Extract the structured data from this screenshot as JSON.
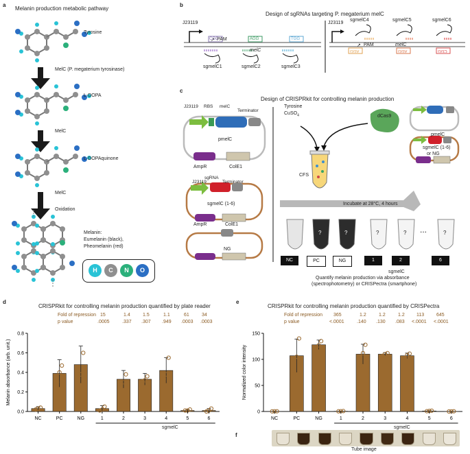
{
  "panel_a": {
    "letter": "a",
    "title": "Melanin production metabolic pathway",
    "molecules": [
      "Tyrosine",
      "L-DOPA",
      "L-DOPAquinone",
      "Melanin:"
    ],
    "melanin_lines": [
      "Eumelanin (black),",
      "Pheomelanin (red)"
    ],
    "steps": [
      "MelC (P. megaterium tyrosinase)",
      "MelC",
      "MelC",
      "Oxidation"
    ],
    "atoms": [
      "H",
      "C",
      "N",
      "O"
    ],
    "atom_colors": {
      "H": "#29c3d6",
      "C": "#8f8f8f",
      "N": "#2bb07b",
      "O": "#2b6fc4"
    }
  },
  "panel_b": {
    "letter": "b",
    "title": "Design of sgRNAs targeting P. megaterium melC",
    "promoter": "J23119",
    "pam_label": "PAM",
    "gene": "melC",
    "pams_top": [
      "CGG",
      "AGG",
      "TGG"
    ],
    "pams_bottom": [
      "AGG",
      "AGG",
      "CGG"
    ],
    "guides_left": [
      "sgmelC1",
      "sgmelC2",
      "sgmelC3"
    ],
    "guides_right": [
      "sgmelC4",
      "sgmelC5",
      "sgmelC6"
    ]
  },
  "panel_c": {
    "letter": "c",
    "title": "Design of CRISPRkit for controlling melanin production",
    "pmelc_parts": [
      "J23119",
      "RBS",
      "melC",
      "Terminator"
    ],
    "pmelc_name": "pmelC",
    "ampr": "AmpR",
    "cole1": "ColE1",
    "sg_parts": [
      "J23119",
      "sgRNA",
      "Terminator"
    ],
    "sg_name": "sgmelC (1-6)",
    "ng_name": "NG",
    "reagents": [
      "Tyrosine",
      "CuSO"
    ],
    "dcas9": "dCas9",
    "right_pmelc": "pmelC",
    "right_sg": [
      "sgmelC (1-6)",
      "or NG"
    ],
    "cfs": "CFS",
    "incubate": "Incubate at 28°C, 4 hours",
    "tube_labels": [
      "NC",
      "PC",
      "NG",
      "1",
      "2",
      "6"
    ],
    "question": "?",
    "ellipsis": "...",
    "group_label": "sgmelC",
    "quantify_lines": [
      "Quantify melanin production via absorbance",
      "(spectrophotometry) or CRISPectra (smartphone)"
    ]
  },
  "panel_d": {
    "letter": "d",
    "title": "CRISPRkit for controlling melanin production quantified by plate reader",
    "fold_label": "Fold of repression",
    "p_label": "p value",
    "fold_values": [
      "15",
      "1.4",
      "1.5",
      "1.1",
      "61",
      "34"
    ],
    "p_values": [
      ".0005",
      ".337",
      ".307",
      ".949",
      ".0003",
      ".0003"
    ],
    "group_label": "sgmelC"
  },
  "panel_e": {
    "letter": "e",
    "title": "CRISPRkit for controlling melanin production quantified by CRISPectra",
    "fold_label": "Fold of repression",
    "p_label": "p value",
    "fold_values": [
      "365",
      "1.2",
      "1.2",
      "1.2",
      "113",
      "645"
    ],
    "p_values": [
      "<.0001",
      ".140",
      ".130",
      ".083",
      "<.0001",
      "<.0001"
    ],
    "group_label": "sgmelC"
  },
  "panel_f": {
    "letter": "f",
    "caption": "Tube image",
    "tube_colors": [
      "#e8e2d4",
      "#3a2412",
      "#3b2410",
      "#e6dfcf",
      "#3d2612",
      "#412a14",
      "#3c2512",
      "#e9e3d6",
      "#ece7db"
    ]
  },
  "chart_data": [
    {
      "type": "bar",
      "title": "CRISPRkit for controlling melanin production quantified by plate reader",
      "xlabel": "",
      "ylabel": "Melanin absorbance (arb. unit.)",
      "categories": [
        "NC",
        "PC",
        "NG",
        "1",
        "2",
        "3",
        "4",
        "5",
        "6"
      ],
      "values": [
        0.03,
        0.39,
        0.48,
        0.03,
        0.33,
        0.33,
        0.42,
        0.01,
        0.01
      ],
      "errors": [
        0.02,
        0.14,
        0.19,
        0.03,
        0.09,
        0.06,
        0.13,
        0.01,
        0.02
      ],
      "points": [
        [
          0.02,
          0.03,
          0.04
        ],
        [
          0.3,
          0.4,
          0.47
        ],
        [
          0.38,
          0.38,
          0.6
        ],
        [
          0.01,
          0.02,
          0.05
        ],
        [
          0.28,
          0.3,
          0.38
        ],
        [
          0.31,
          0.32,
          0.36
        ],
        [
          0.33,
          0.38,
          0.55
        ],
        [
          0.01,
          0.01,
          0.02
        ],
        [
          0.0,
          0.01,
          0.03
        ]
      ],
      "ylim": [
        0,
        0.8
      ],
      "yticks": [
        "0.0",
        "0.2",
        "0.4",
        "0.6",
        "0.8"
      ],
      "bar_color": "#9b6a2f"
    },
    {
      "type": "bar",
      "title": "CRISPRkit for controlling melanin production quantified by CRISPectra",
      "xlabel": "",
      "ylabel": "Normalized color intensity",
      "categories": [
        "NC",
        "PC",
        "NG",
        "1",
        "2",
        "3",
        "4",
        "5",
        "6"
      ],
      "values": [
        0.3,
        107,
        128,
        0.5,
        110,
        110,
        107,
        1,
        0.2
      ],
      "errors": [
        0.2,
        32,
        9,
        0.3,
        19,
        3,
        5,
        0.5,
        0.2
      ],
      "points": [
        [
          0.2,
          0.3,
          0.4
        ],
        [
          72,
          105,
          140
        ],
        [
          121,
          127,
          135
        ],
        [
          0.3,
          0.5,
          0.8
        ],
        [
          88,
          112,
          128
        ],
        [
          107,
          110,
          112
        ],
        [
          103,
          108,
          111
        ],
        [
          0.5,
          1,
          1.5
        ],
        [
          0.0,
          0.2,
          0.4
        ]
      ],
      "ylim": [
        0,
        150
      ],
      "yticks": [
        "0",
        "50",
        "100",
        "150"
      ],
      "bar_color": "#9b6a2f"
    }
  ]
}
